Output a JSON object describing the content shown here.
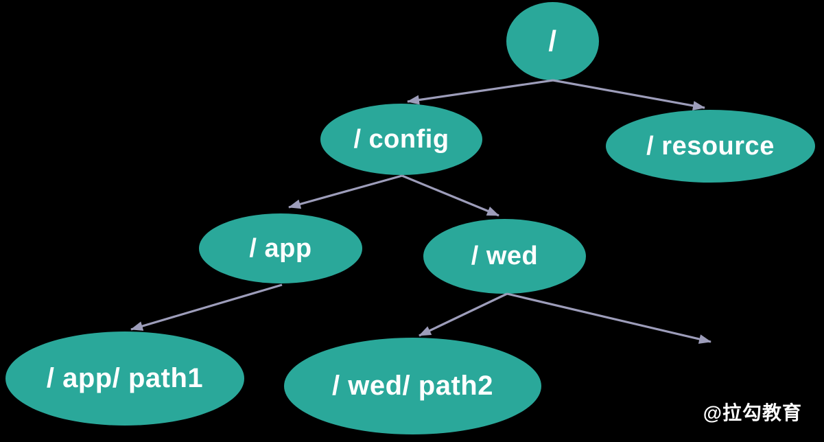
{
  "diagram": {
    "type": "tree",
    "background_color": "#000000",
    "node_fill_color": "#2aa89a",
    "node_text_color": "#ffffff",
    "arrow_color": "#9d9dba",
    "nodes": {
      "root": {
        "label": "/"
      },
      "config": {
        "label": "/ config"
      },
      "resource": {
        "label": "/ resource"
      },
      "app": {
        "label": "/ app"
      },
      "wed": {
        "label": "/ wed"
      },
      "app_path1": {
        "label": "/ app/ path1"
      },
      "wed_path2": {
        "label": "/ wed/ path2"
      }
    },
    "edges": [
      {
        "from": "root",
        "to": "config"
      },
      {
        "from": "root",
        "to": "resource"
      },
      {
        "from": "config",
        "to": "app"
      },
      {
        "from": "config",
        "to": "wed"
      },
      {
        "from": "app",
        "to": "app_path1"
      },
      {
        "from": "wed",
        "to": "wed_path2"
      },
      {
        "from": "wed",
        "to": null
      }
    ]
  },
  "watermark": {
    "text": "@拉勾教育"
  }
}
